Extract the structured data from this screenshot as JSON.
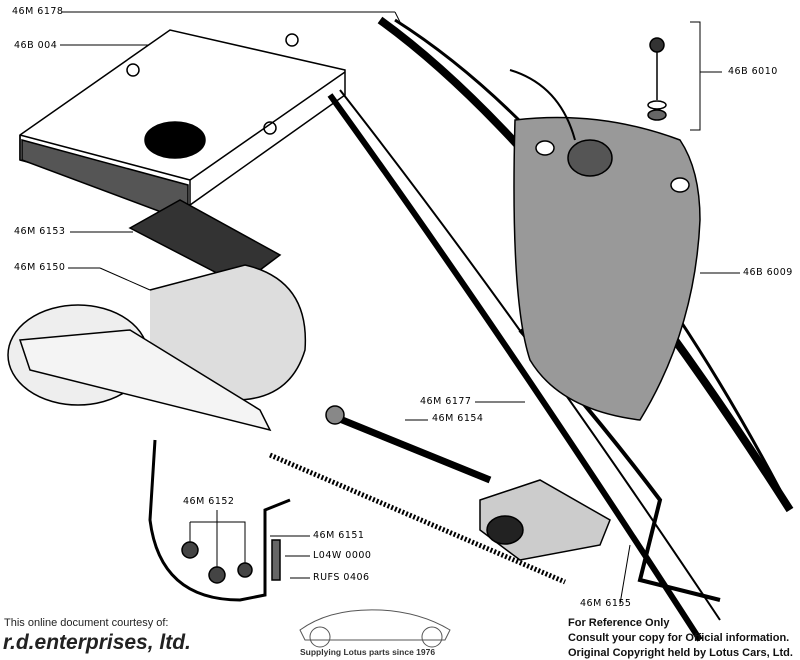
{
  "diagram": {
    "part_labels": {
      "p46M6178": "46M 6178",
      "p46B004": "46B 004",
      "p46M6153": "46M  6153",
      "p46M6150": "46M 6150",
      "p46B6010": "46B 6010",
      "p46B6009": "46B 6009",
      "p46M6177": "46M 6177",
      "p46M6154": "46M 6154",
      "p46M6152": "46M 6152",
      "p46M6151": "46M 6151",
      "pL04W0000": "L04W 0000",
      "pRUFS0406": "RUFS 0406",
      "p46M6155": "46M 6155"
    }
  },
  "footer": {
    "courtesy": "This online document courtesy of:",
    "brand": "r.d.enterprises, ltd.",
    "tagline": "Supplying Lotus parts since 1976",
    "ref1": "For Reference Only",
    "ref2": "Consult your copy for Official information.",
    "ref3": "Original Copyright held by Lotus Cars, Ltd."
  }
}
